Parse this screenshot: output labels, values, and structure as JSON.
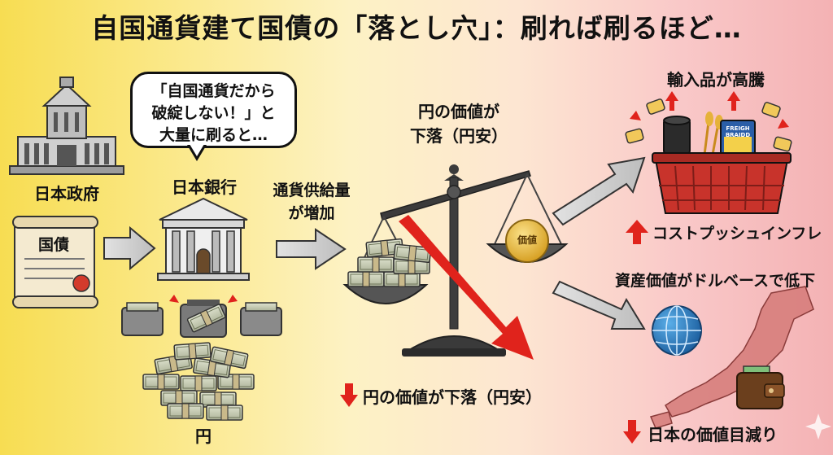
{
  "title": "自国通貨建て国債の「落とし穴」：刷れば刷るほど…",
  "government": {
    "label": "日本政府"
  },
  "bond": {
    "label": "国債"
  },
  "speech_bubble": {
    "lines": [
      "「自国通貨だから",
      "破綻しない！」と",
      "大量に刷ると…"
    ]
  },
  "central_bank": {
    "label": "日本銀行"
  },
  "money_pile": {
    "label": "円"
  },
  "money_supply": {
    "label_lines": [
      "通貨供給量",
      "が増加"
    ]
  },
  "yen_value": {
    "label_lines": [
      "円の価値が",
      "下落（円安）"
    ]
  },
  "balance": {
    "coin_label": "価値"
  },
  "yen_fall_caption": "円の価値が下落（円安）",
  "imports": {
    "title": "輸入品が高騰",
    "box_text": [
      "FREIGH",
      "BRAIDD"
    ],
    "caption": "コストプッシュインフレ"
  },
  "assets": {
    "title": "資産価値がドルベースで低下",
    "caption": "日本の価値目減り"
  },
  "colors": {
    "accent_red": "#e0231c",
    "arrow_gray": "#c9c9c9",
    "coin_gold": "#e8b52e",
    "basket_red": "#c8332b"
  }
}
